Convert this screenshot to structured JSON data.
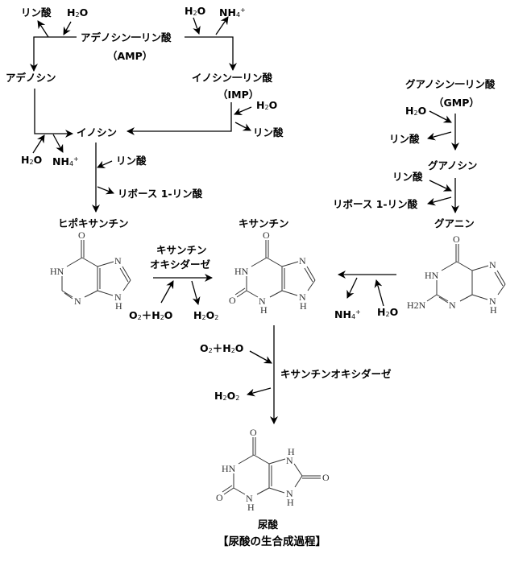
{
  "title": "【尿酸の生合成過程】",
  "compounds": {
    "amp": {
      "name": "アデノシン一リン酸",
      "abbr": "（AMP）"
    },
    "adenosine": {
      "name": "アデノシン"
    },
    "imp": {
      "name": "イノシン一リン酸",
      "abbr": "（IMP）"
    },
    "inosine": {
      "name": "イノシン"
    },
    "gmp": {
      "name": "グアノシン一リン酸",
      "abbr": "（GMP）"
    },
    "guanosine": {
      "name": "グアノシン"
    },
    "guanine": {
      "name": "グアニン"
    },
    "hypoxanthine": {
      "name": "ヒポキサンチン"
    },
    "xanthine": {
      "name": "キサンチン"
    },
    "uric_acid": {
      "name": "尿酸"
    }
  },
  "enzymes": {
    "xo_line1": "キサンチン",
    "xo_line2": "オキシダーゼ",
    "xo_full": "キサンチンオキシダーゼ"
  },
  "reagents": {
    "phosphate": "リン酸",
    "water": "H2O",
    "ammonium": "NH4+",
    "ribose1p": "リボース 1-リン酸",
    "o2_h2o": "O2＋H2O",
    "h2o2": "H2O2"
  },
  "structure_atoms": {
    "O": "O",
    "N": "N",
    "HN": "HN",
    "H": "H",
    "H2N": "H2N"
  },
  "colors": {
    "ink": "#000000",
    "structure_ink": "#333333",
    "background": "#ffffff"
  }
}
